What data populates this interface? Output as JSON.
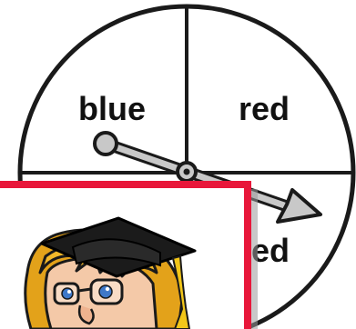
{
  "spinner": {
    "sections": [
      {
        "label": "blue"
      },
      {
        "label": "red"
      },
      {
        "label": "red"
      }
    ]
  },
  "tutor_card": {
    "character": "cartoon-professor-with-graduation-cap",
    "frame_color": "#e8173a"
  },
  "colors": {
    "outline": "#1a1a1a",
    "arrow_fill": "#c8c8c8",
    "card_bg": "#ffffff",
    "cap": "#1b1b1b",
    "hair": "#e3a21a",
    "skin": "#f4c9a8",
    "eye": "#3e78c9"
  }
}
